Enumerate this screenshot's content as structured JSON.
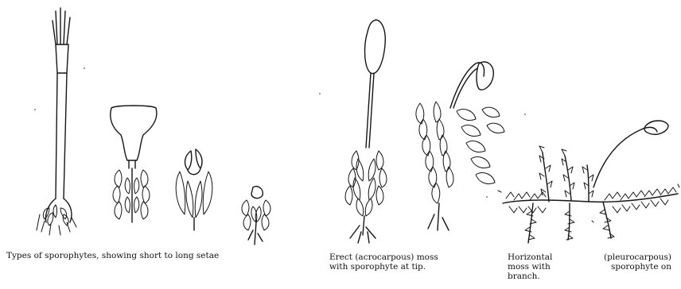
{
  "captions": {
    "types": "Types of sporophytes, showing short to long setae",
    "erect_line1": "Erect (acrocarpous) moss",
    "erect_line2": "with sporophyte at tip.",
    "horizontal_line1_a": "Horizontal",
    "horizontal_line1_b": "(pleurocarpous)",
    "horizontal_line2_a": "moss  with",
    "horizontal_line2_b": "sporophyte  on",
    "horizontal_line3": "branch."
  }
}
